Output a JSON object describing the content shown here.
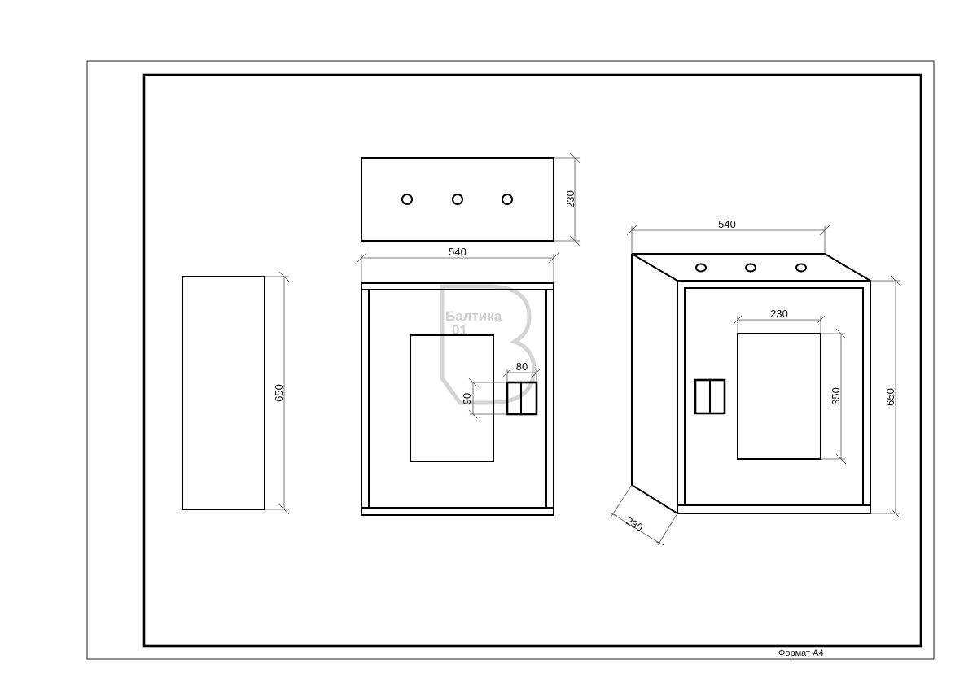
{
  "sheet": {
    "format_label": "Формат А4"
  },
  "watermark": {
    "line1": "Балтика",
    "line2": "01"
  },
  "side_view": {
    "height_dim": "650"
  },
  "top_view": {
    "depth_dim": "230",
    "holes": 3
  },
  "front_view": {
    "width_dim": "540",
    "handle_width_dim": "80",
    "handle_height_dim": "90"
  },
  "iso_view": {
    "width_dim": "540",
    "window_width_dim": "230",
    "window_height_dim": "350",
    "height_dim": "650",
    "depth_dim": "230"
  }
}
